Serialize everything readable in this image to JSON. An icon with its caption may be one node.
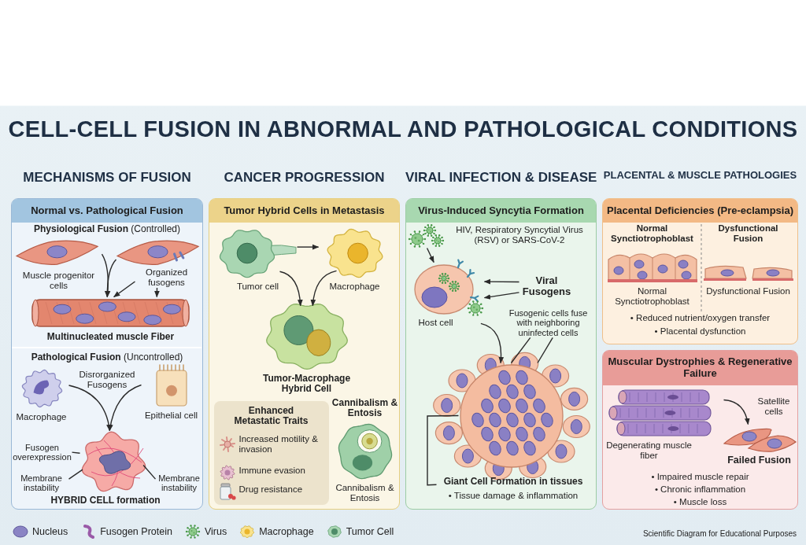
{
  "diagram": {
    "title": "CELL-CELL FUSION IN ABNORMAL AND PATHOLOGICAL CONDITIONS",
    "caption": "Scientific Diagram for Educational Purposes",
    "nodes": [
      {
        "text": [
          "Normal vs. Pathological Fusion"
        ]
      },
      {
        "text": [
          "Muscle progenitor cells"
        ],
        "in": 0
      },
      {
        "text": [],
        "shape": "picture",
        "in": 0
      },
      {
        "text": [
          "Organized fusogens"
        ],
        "in": 0
      },
      {
        "text": [
          "Multinucleated muscle Fiber"
        ],
        "in": 0
      },
      {
        "text": [
          "Macrophage"
        ],
        "in": 0
      },
      {
        "text": [
          "Epithelial cell"
        ],
        "in": 0
      },
      {
        "text": [
          "Fusogen overexpression"
        ],
        "in": 0
      },
      {
        "text": [],
        "shape": "picture",
        "in": 0,
        "beside": [
          "HYBRID CELL formation"
        ]
      },
      {
        "text": [
          "Membrane instability"
        ],
        "in": 0
      },
      {
        "text": [
          "Membrane instability"
        ],
        "in": 0
      },
      {
        "text": [
          "Tumor Hybrid Cells in Metastasis"
        ]
      },
      {
        "text": [
          "Tumor cell"
        ],
        "in": 11
      },
      {
        "text": [
          "Macrophage"
        ],
        "in": 11
      },
      {
        "text": [
          "Tumor-Macrophage Hybrid Cell"
        ],
        "in": 11
      },
      {
        "text": [
          "Enhanced Metastatic Traits",
          "Increased motility & invasion",
          "Immune evasion",
          "Drug resistance"
        ],
        "in": 11
      },
      {
        "text": [
          "Cannibalism & Entosis",
          "Cannibalism & Entosis"
        ],
        "in": 11
      },
      {
        "text": [
          "Virus-Induced Syncytia Formation"
        ]
      },
      {
        "text": [],
        "shape": "picture",
        "in": 17
      },
      {
        "text": [
          "Host cell"
        ],
        "in": 17
      },
      {
        "text": [
          "Viral Fusogens"
        ],
        "in": 17
      },
      {
        "text": [
          "Fusogenic cells fuse with neighboring uninfected cells"
        ],
        "in": 17
      },
      {
        "text": [],
        "shape": "picture",
        "in": 17
      },
      {
        "text": [
          "Giant Cell Formation in tissues",
          "• Tissue damage & inflammation"
        ],
        "in": 17
      },
      {
        "text": [
          "Placental Deficiencies (Pre-eclampsia)"
        ]
      },
      {
        "text": [
          "Normal Synctiotrophoblast",
          "Normal Synctiotrophoblast"
        ],
        "in": 24
      },
      {
        "text": [
          "Dysfunctional Fusion",
          "Dysfunctional Fusion"
        ],
        "in": 24
      },
      {
        "text": [
          "Muscular Dystrophies & Regenerative Failure"
        ]
      },
      {
        "text": [
          "Degenerating muscle fiber"
        ],
        "in": 27
      },
      {
        "text": [
          "Failed Fusion"
        ],
        "in": 27
      }
    ],
    "edges": [
      {
        "from": 1,
        "to": 4,
        "arrow": "to"
      },
      {
        "from": 2,
        "to": 4,
        "arrow": "to"
      },
      {
        "from": 3,
        "to": 4,
        "arrow": "to"
      },
      {
        "from": 3,
        "to": 4,
        "arrow": "to"
      },
      {
        "from": 5,
        "to": 8,
        "arrow": "to"
      },
      {
        "from": 6,
        "to": 8,
        "arrow": "to"
      },
      {
        "from": 7,
        "to": 8,
        "arrow": "none"
      },
      {
        "from": 9,
        "to": 8,
        "arrow": "none"
      },
      {
        "from": 10,
        "to": 8,
        "arrow": "none"
      },
      {
        "from": 12,
        "to": 13,
        "arrow": "to"
      },
      {
        "from": 12,
        "to": 14,
        "arrow": "to"
      },
      {
        "from": 13,
        "to": 14,
        "arrow": "to"
      },
      {
        "from": 18,
        "to": 19,
        "arrow": "to"
      },
      {
        "from": 20,
        "to": 19,
        "arrow": "to"
      },
      {
        "from": 20,
        "to": 19,
        "arrow": "to"
      },
      {
        "from": 19,
        "to": 22,
        "arrow": "to"
      },
      {
        "from": 21,
        "to": 22,
        "arrow": "none"
      },
      {
        "from": 21,
        "to": 22,
        "arrow": "none"
      },
      {
        "from": 23,
        "to": 22,
        "arrow": "none"
      },
      {
        "from": 28,
        "to": 29,
        "arrow": "to"
      }
    ],
    "labels": [
      "MECHANISMS OF FUSION",
      "CANCER PROGRESSION",
      "VIRAL INFECTION & DISEASE",
      "PLACENTAL & MUSCLE PATHOLOGIES",
      "**Physiological Fusion** (Controlled)",
      "**Pathological Fusion** (Uncontrolled)",
      "Disrorganized Fusogens",
      "HIV, Respiratory Syncytial Virus (RSV) or SARS-CoV-2",
      "• Reduced nutrient/oxygen transfer",
      "• Placental dysfunction",
      "Satellite cells",
      "• Impaired muscle repair",
      "• Chronic inflammation",
      "• Muscle loss"
    ],
    "legend": [
      {
        "text": "Nucleus"
      },
      {
        "text": "Fusogen Protein"
      },
      {
        "text": "Virus"
      },
      {
        "text": "Macrophage"
      },
      {
        "text": "Tumor Cell"
      }
    ]
  }
}
